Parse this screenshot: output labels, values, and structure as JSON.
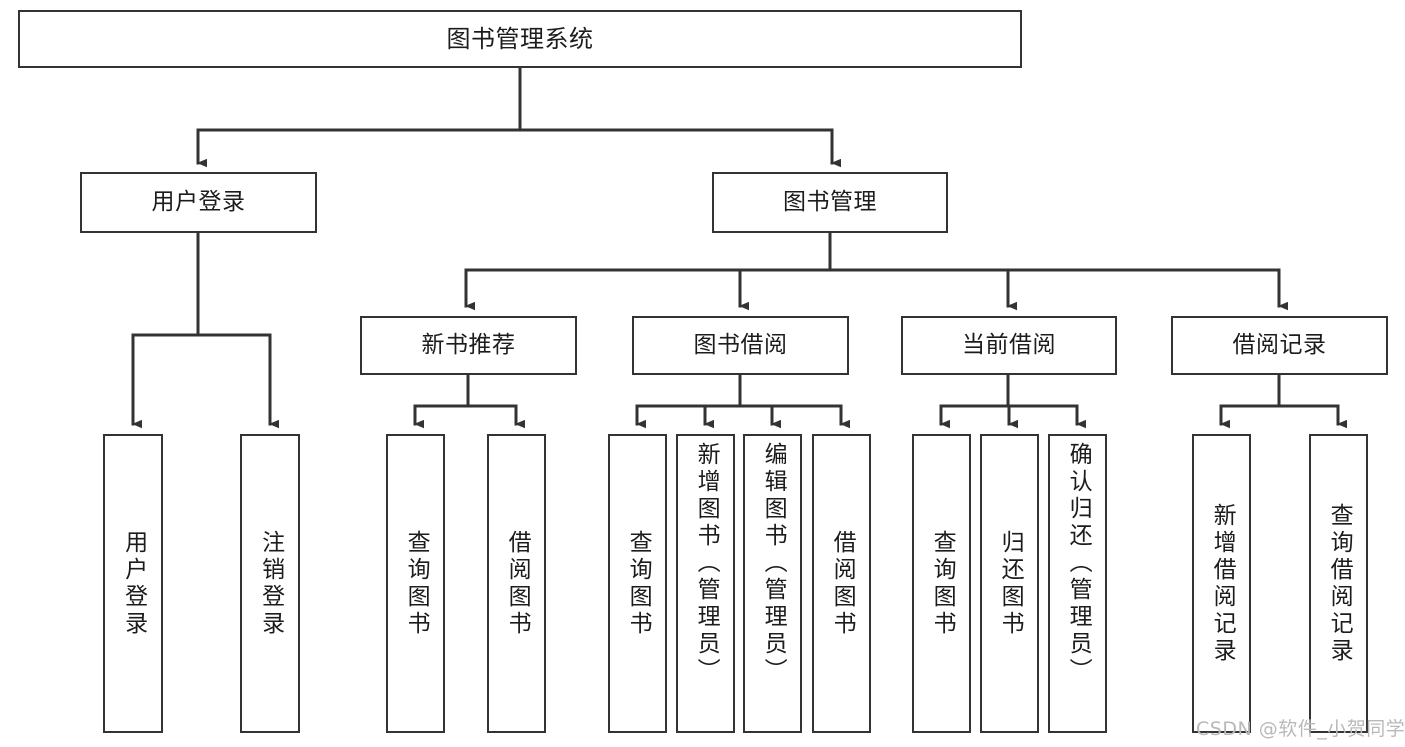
{
  "diagram": {
    "type": "tree-hierarchy",
    "title": "图书管理系统",
    "watermark": "CSDN @软件_小贺同学",
    "colors": {
      "node_border": "#333333",
      "node_fill": "#ffffff",
      "edge": "#333333",
      "text": "#1c1c1c",
      "watermark": "#b9b9b9",
      "background": "#ffffff"
    },
    "levels": {
      "root": "图书管理系统",
      "level2": [
        "用户登录",
        "图书管理"
      ],
      "level3": [
        "新书推荐",
        "图书借阅",
        "当前借阅",
        "借阅记录"
      ]
    },
    "nodes": {
      "root": {
        "label": "图书管理系统",
        "orientation": "horizontal"
      },
      "user_login": {
        "label": "用户登录",
        "orientation": "horizontal"
      },
      "book_manage": {
        "label": "图书管理",
        "orientation": "horizontal"
      },
      "new_book_rec": {
        "label": "新书推荐",
        "orientation": "horizontal"
      },
      "book_borrow": {
        "label": "图书借阅",
        "orientation": "horizontal"
      },
      "current_borrow": {
        "label": "当前借阅",
        "orientation": "horizontal"
      },
      "borrow_record": {
        "label": "借阅记录",
        "orientation": "horizontal"
      },
      "leaf_user_login": {
        "label": "用户登录",
        "orientation": "vertical"
      },
      "leaf_logout": {
        "label": "注销登录",
        "orientation": "vertical"
      },
      "leaf_query_book_1": {
        "label": "查询图书",
        "orientation": "vertical"
      },
      "leaf_borrow_book_1": {
        "label": "借阅图书",
        "orientation": "vertical"
      },
      "leaf_query_book_2": {
        "label": "查询图书",
        "orientation": "vertical"
      },
      "leaf_add_book": {
        "label": "新增图书（管理员）",
        "orientation": "vertical"
      },
      "leaf_edit_book": {
        "label": "编辑图书（管理员）",
        "orientation": "vertical"
      },
      "leaf_borrow_book_2": {
        "label": "借阅图书",
        "orientation": "vertical"
      },
      "leaf_query_book_3": {
        "label": "查询图书",
        "orientation": "vertical"
      },
      "leaf_return_book": {
        "label": "归还图书",
        "orientation": "vertical"
      },
      "leaf_confirm_return": {
        "label": "确认归还（管理员）",
        "orientation": "vertical"
      },
      "leaf_add_record": {
        "label": "新增借阅记录",
        "orientation": "vertical"
      },
      "leaf_query_record": {
        "label": "查询借阅记录",
        "orientation": "vertical"
      }
    }
  }
}
